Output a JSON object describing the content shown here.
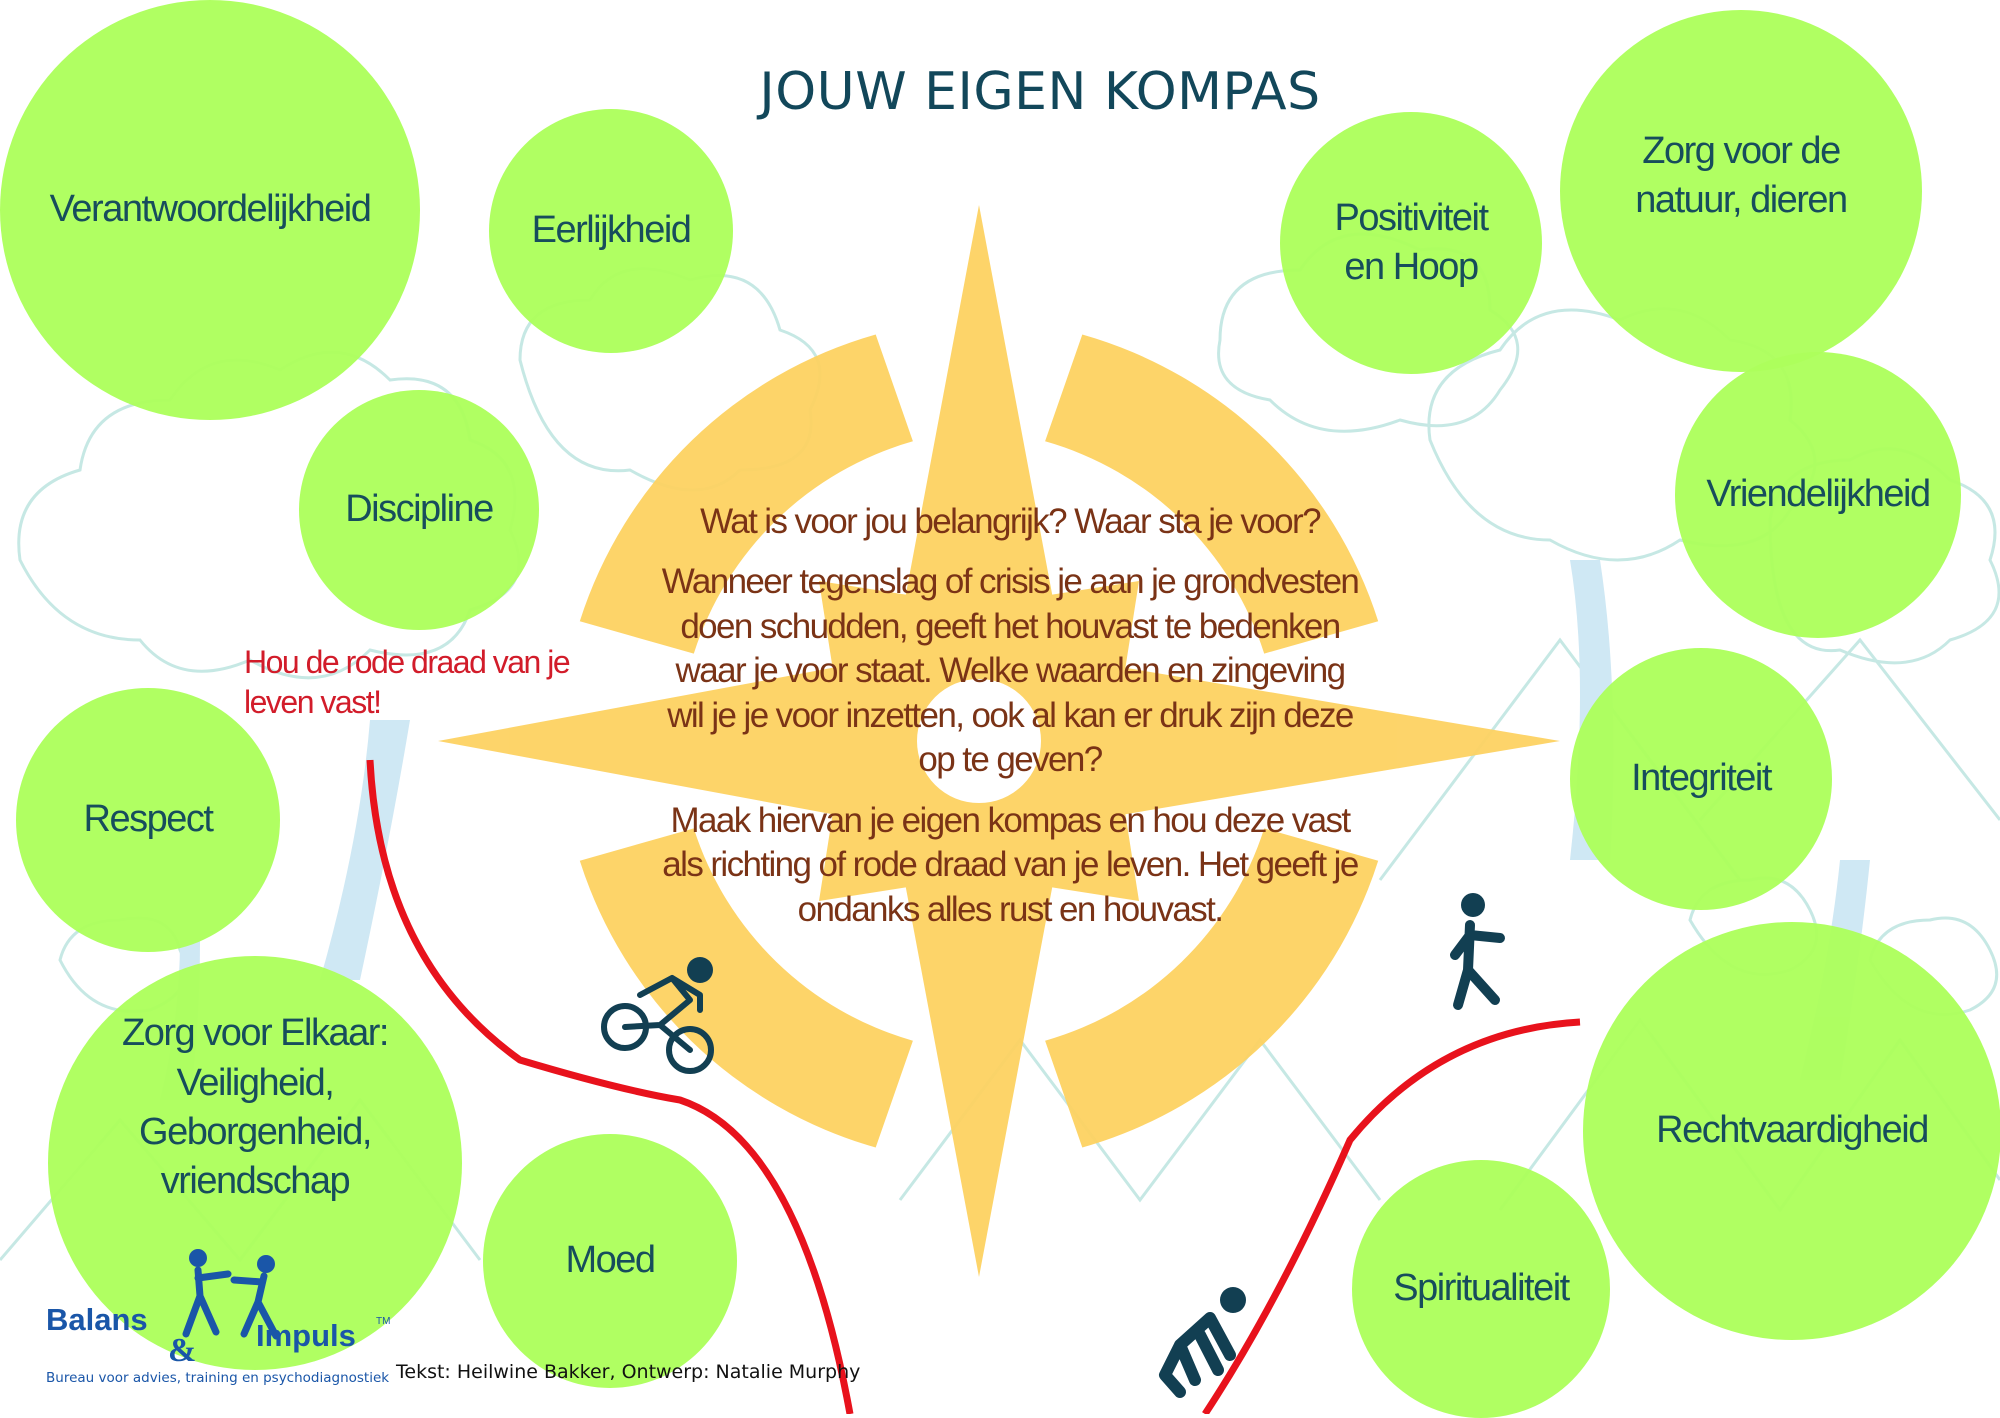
{
  "title": "JOUW EIGEN KOMPAS",
  "values": [
    {
      "id": "verantwoordelijkheid",
      "label": "Verantwoordelijkheid"
    },
    {
      "id": "eerlijkheid",
      "label": "Eerlijkheid"
    },
    {
      "id": "discipline",
      "label": "Discipline"
    },
    {
      "id": "respect",
      "label": "Respect"
    },
    {
      "id": "zorg-elkaar",
      "label": "Zorg voor Elkaar:\nVeiligheid,\nGeborgenheid,\nvriendschap"
    },
    {
      "id": "moed",
      "label": "Moed"
    },
    {
      "id": "positiviteit",
      "label": "Positiviteit\nen Hoop"
    },
    {
      "id": "zorg-natuur",
      "label": "Zorg voor de\nnatuur, dieren"
    },
    {
      "id": "vriendelijkheid",
      "label": "Vriendelijkheid"
    },
    {
      "id": "integriteit",
      "label": "Integriteit"
    },
    {
      "id": "rechtvaardigheid",
      "label": "Rechtvaardigheid"
    },
    {
      "id": "spiritualiteit",
      "label": "Spiritualiteit"
    }
  ],
  "center_text": {
    "p1": "Wat is voor jou belangrijk? Waar sta je voor?",
    "p2": "Wanneer tegenslag of crisis je aan je grondvesten doen schudden, geeft het houvast te bedenken waar je voor staat. Welke waarden en zingeving wil je je voor inzetten, ook al kan er druk zijn deze op te geven?",
    "p3": "Maak hiervan je eigen kompas en hou deze vast als richting of rode draad van je leven. Het geeft je ondanks alles rust en houvast."
  },
  "red_note": "Hou de rode draad van je leven vast!",
  "credit": "Tekst: Heilwine Bakker, Ontwerp: Natalie Murphy",
  "logo": {
    "left": "Balans",
    "amp": "&",
    "right": "Impuls",
    "tm": "TM",
    "subtitle": "Bureau voor advies, training en psychodiagnostiek"
  },
  "colors": {
    "circle": "#adff5c",
    "compass": "#fdd262",
    "title": "#12475a",
    "body_text": "#7a3316",
    "red_line": "#e8121c",
    "figure": "#123f52",
    "tree_outline": "#bfe6e2"
  },
  "icons": [
    "cyclist-icon",
    "walker-icon",
    "climber-icon",
    "tree-icon",
    "people-logo-icon"
  ]
}
